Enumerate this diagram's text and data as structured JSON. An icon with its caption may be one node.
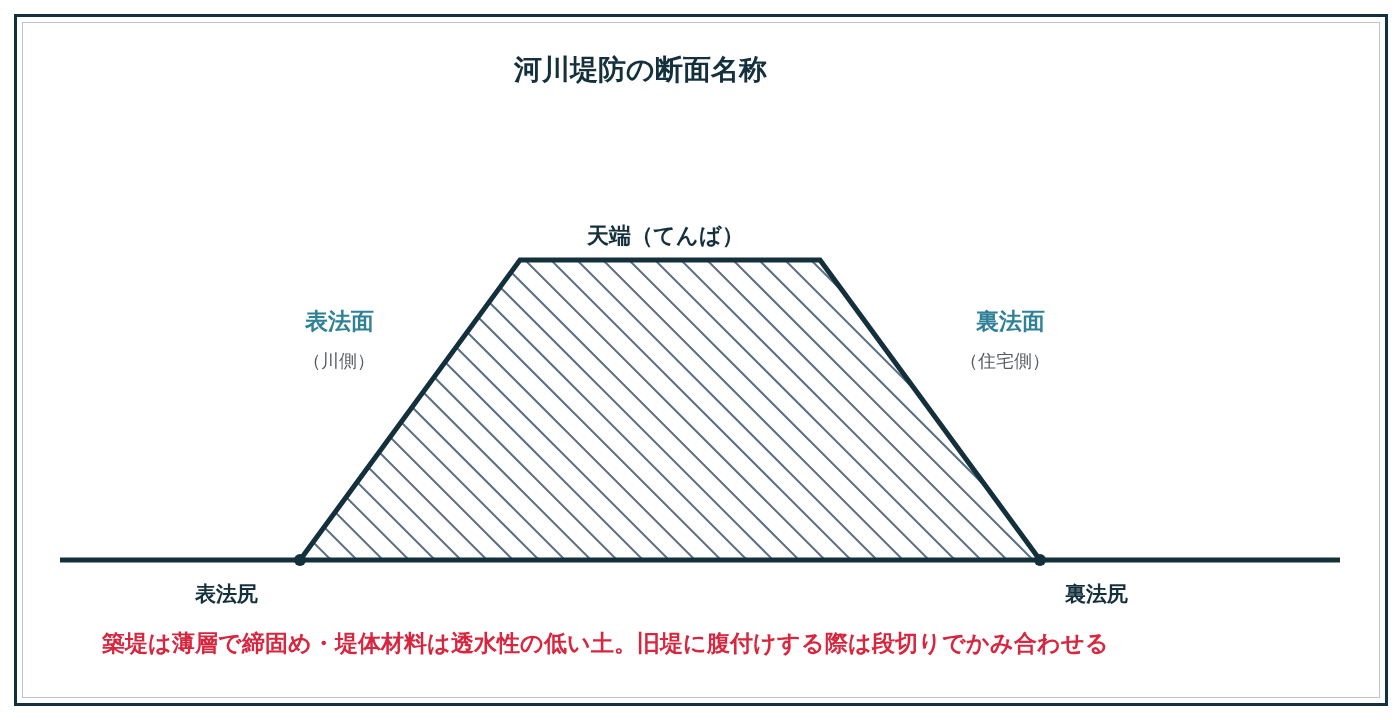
{
  "diagram": {
    "title": "河川堤防の断面名称",
    "labels": [
      "天端（てんば）",
      "表法面",
      "（川側）",
      "裏法面",
      "（住宅側）",
      "表法尻",
      "裏法尻",
      "築堤は薄層で締固め・堤体材料は透水性の低い土。旧堤に腹付けする際は段切りでかみ合わせる"
    ]
  }
}
